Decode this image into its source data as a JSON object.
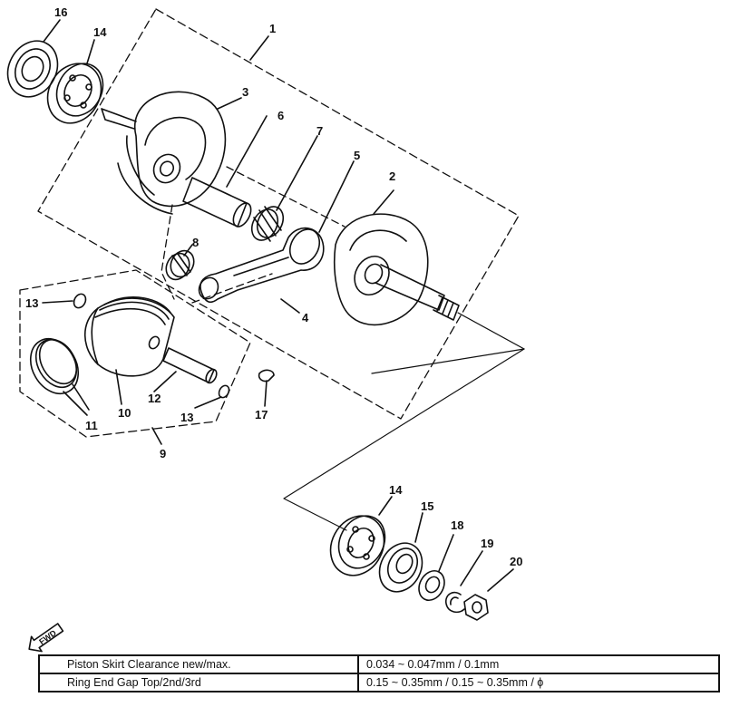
{
  "callouts": [
    "16",
    "14",
    "1",
    "3",
    "6",
    "7",
    "5",
    "2",
    "8",
    "13",
    "4",
    "10",
    "12",
    "13",
    "11",
    "17",
    "9",
    "14",
    "15",
    "18",
    "19",
    "20"
  ],
  "fwd_label": "FWD",
  "specs": [
    {
      "label": "Piston Skirt Clearance new/max.",
      "value": "0.034 ~ 0.047mm / 0.1mm"
    },
    {
      "label": "Ring End Gap Top/2nd/3rd",
      "value": "0.15 ~ 0.35mm / 0.15 ~ 0.35mm / ϕ"
    }
  ]
}
